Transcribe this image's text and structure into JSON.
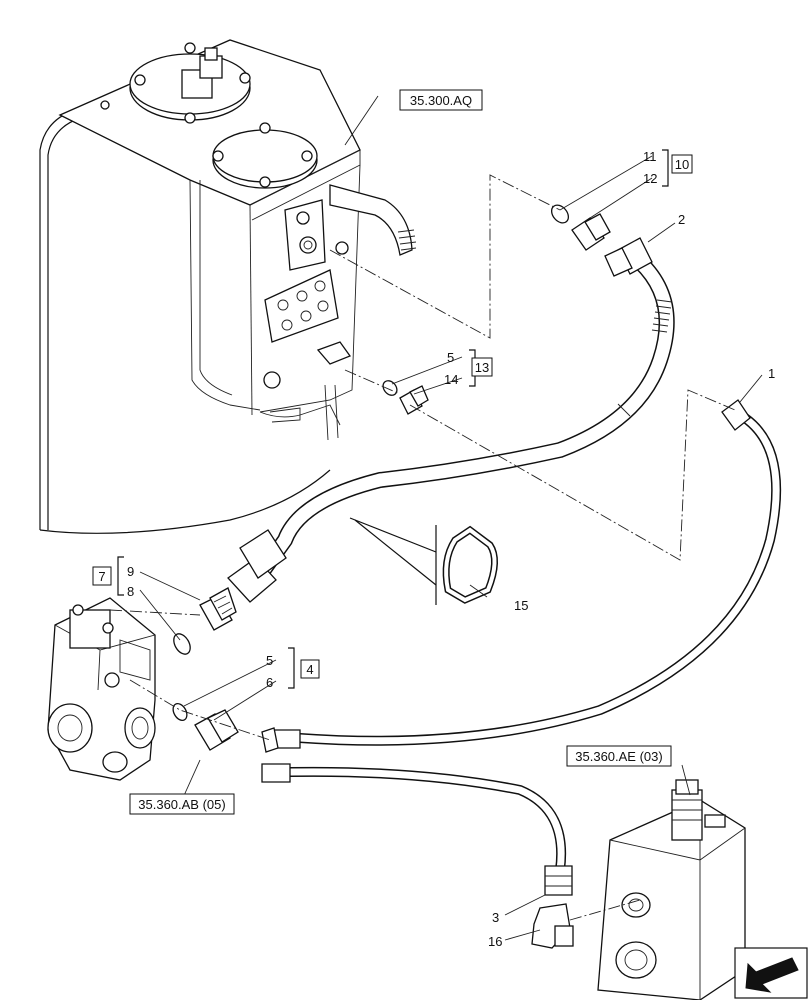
{
  "references": {
    "tank": "35.300.AQ",
    "pump": "35.360.AB (05)",
    "valve": "35.360.AE (03)"
  },
  "callouts": {
    "c1": "1",
    "c2": "2",
    "c3": "3",
    "c4": "4",
    "c5a": "5",
    "c5b": "5",
    "c6": "6",
    "c7": "7",
    "c8": "8",
    "c9": "9",
    "c10": "10",
    "c11": "11",
    "c12": "12",
    "c13": "13",
    "c14": "14",
    "c15": "15",
    "c16": "16"
  },
  "icons": {
    "navigation": "arrow-down-left-icon"
  }
}
